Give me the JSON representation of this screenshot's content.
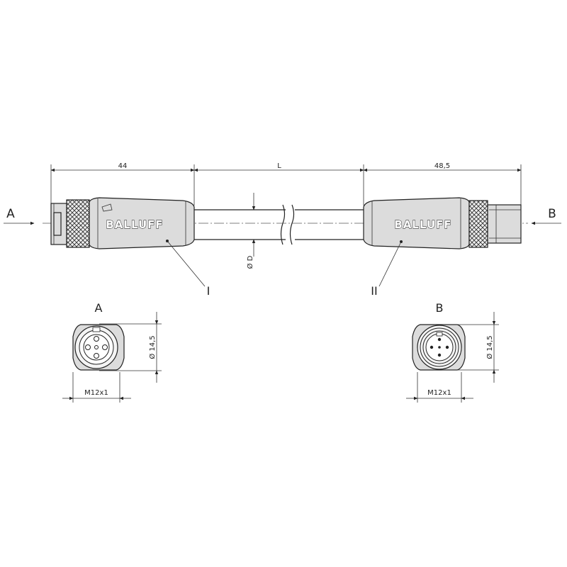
{
  "dimensions": {
    "left_length": "44",
    "middle_length": "L",
    "right_length": "48,5",
    "cable_diameter": "Ø D"
  },
  "views": {
    "a_label": "A",
    "b_label": "B"
  },
  "connectors": {
    "brand": "BALLUFF",
    "part_one": "I",
    "part_two": "II"
  },
  "end_views": {
    "a_title": "A",
    "b_title": "B",
    "a_thread": "M12x1",
    "b_thread": "M12x1",
    "a_diameter": "Ø 14,5",
    "b_diameter": "Ø 14,5"
  }
}
